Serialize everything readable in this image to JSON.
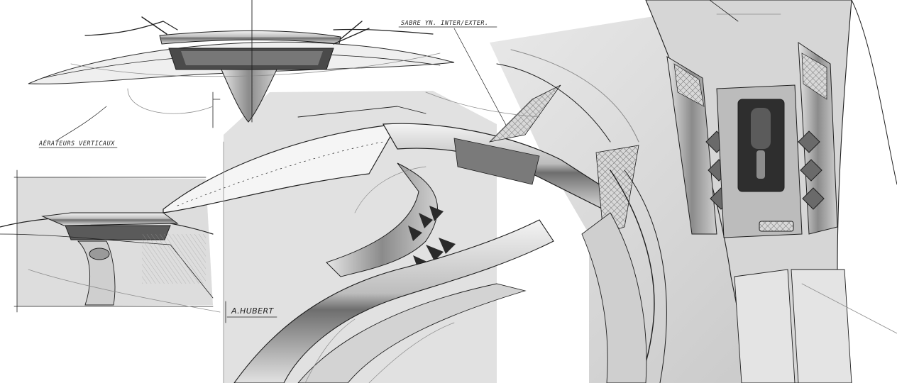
{
  "annotations": {
    "label_sabre": "SABRE YN. INTER/EXTER.",
    "label_aerateurs": "AÉRATEURS VERTICAUX",
    "signature": "A.HUBERT"
  },
  "palette": {
    "paper": "#ffffff",
    "ink": "#1f1f1f",
    "marker_light": "#d9d9d9",
    "marker_mid": "#a9a9a9",
    "marker_dark": "#555555"
  }
}
